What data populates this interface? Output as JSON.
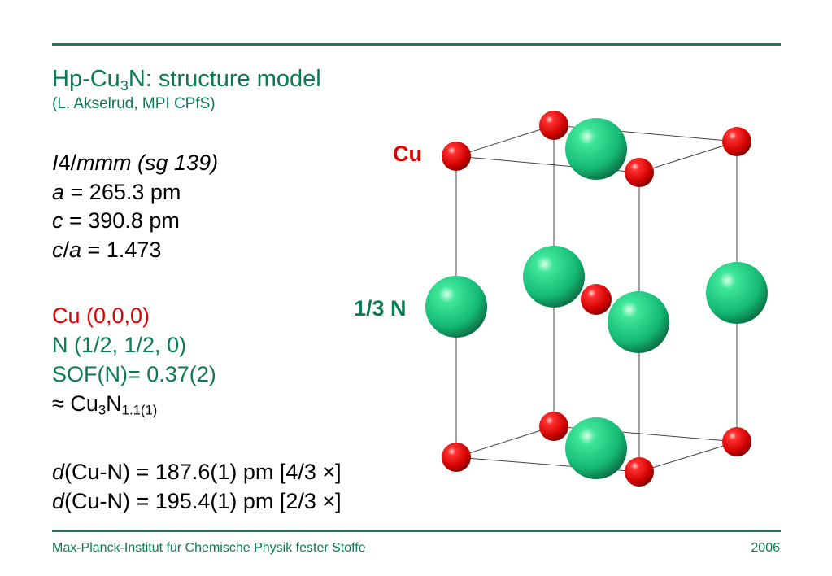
{
  "slide": {
    "title_prefix": "Hp-Cu",
    "title_sub": "3",
    "title_suffix": "N: structure model",
    "subtitle": "(L. Akselrud, MPI CPfS)"
  },
  "params": {
    "space_group_i": "I",
    "space_group_rest": "4/",
    "space_group_mmm": "mmm (sg 139)",
    "a_sym": "a",
    "a_val": " = 265.3 pm",
    "c_sym": "c",
    "c_val": " = 390.8 pm",
    "ca_c": "c",
    "ca_slash": "/",
    "ca_a": "a",
    "ca_val": " = 1.473"
  },
  "atoms": {
    "cu_line": "Cu (0,0,0)",
    "n_line": "N (1/2, 1/2, 0)",
    "sof_line": "SOF(N)= 0.37(2)",
    "approx": "≈ Cu",
    "approx_sub1": "3",
    "approx_n": "N",
    "approx_sub2": "1.1(1)"
  },
  "distances": {
    "d1_d": "d",
    "d1_text": "(Cu-N) = 187.6(1) pm [4/3 ×]",
    "d2_d": "d",
    "d2_text": "(Cu-N) = 195.4(1) pm [2/3 ×]"
  },
  "diagram": {
    "label_cu": "Cu",
    "label_n": "1/3 N",
    "colors": {
      "cu": "#e00000",
      "n": "#19c07a",
      "edges": "#444444"
    }
  },
  "footer": {
    "institute": "Max-Planck-Institut für Chemische Physik fester Stoffe",
    "year": "2006"
  }
}
